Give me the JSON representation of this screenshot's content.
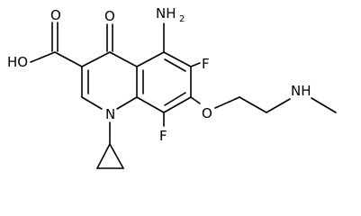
{
  "molecule": {
    "atoms": {
      "amine": "NH",
      "amine_subscript": "2",
      "ketone_oxygen": "O",
      "hydroxyl": "HO",
      "acid_oxygen": "O",
      "fluorine_top": "F",
      "fluorine_bottom": "F",
      "ring_nitrogen": "N",
      "ether_oxygen": "O",
      "methylamine": "NH"
    }
  }
}
